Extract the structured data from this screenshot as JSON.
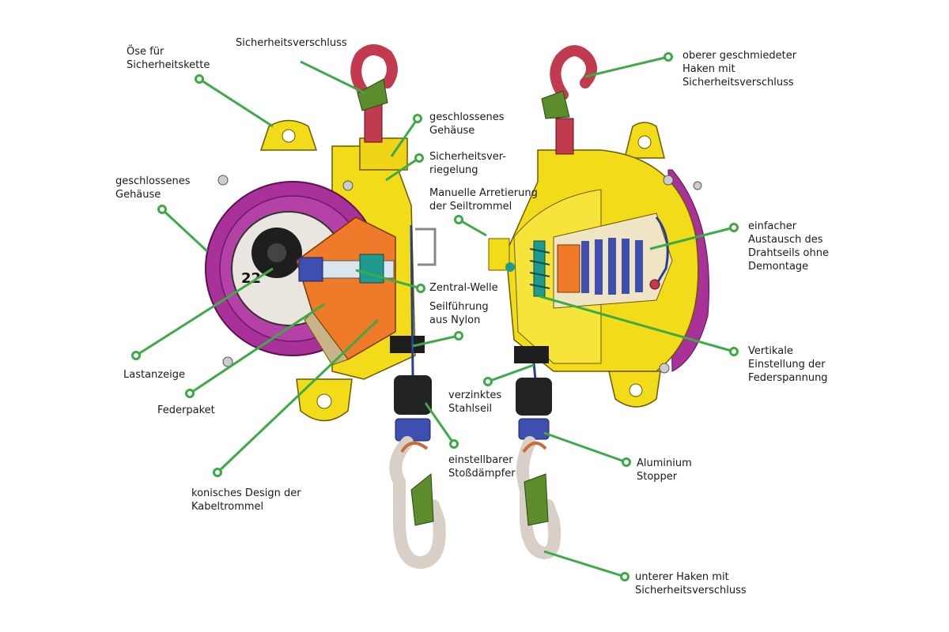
{
  "colors": {
    "leader": "#3daa47",
    "housing_yellow": "#f2dc1a",
    "housing_purple": "#a8329a",
    "hook_red": "#c23a4e",
    "hook_grey": "#d8cfc6",
    "spring_orange": "#ef7a2a",
    "damper_black": "#222222",
    "stopper_blue": "#3f4fb0",
    "safety_green": "#5c8c2c"
  },
  "labels": [
    {
      "id": "oese",
      "lines": [
        "Öse für",
        "Sicherheitskette"
      ]
    },
    {
      "id": "sicherheitsverschluss",
      "lines": [
        "Sicherheitsverschluss"
      ]
    },
    {
      "id": "gehaeuse-right",
      "lines": [
        "geschlossenes",
        "Gehäuse"
      ]
    },
    {
      "id": "verriegelung",
      "lines": [
        "Sicherheitsver-",
        "riegelung"
      ]
    },
    {
      "id": "gehaeuse-left",
      "lines": [
        "geschlossenes",
        "Gehäuse"
      ]
    },
    {
      "id": "arretierung",
      "lines": [
        "Manuelle Arretierung",
        "der Seiltrommel"
      ]
    },
    {
      "id": "zentralwelle",
      "lines": [
        "Zentral-Welle"
      ]
    },
    {
      "id": "seilfuehrung",
      "lines": [
        "Seilführung",
        "aus Nylon"
      ]
    },
    {
      "id": "lastanzeige",
      "lines": [
        "Lastanzeige"
      ]
    },
    {
      "id": "federpaket",
      "lines": [
        "Federpaket"
      ]
    },
    {
      "id": "stahlseil",
      "lines": [
        "verzinktes",
        "Stahlseil"
      ]
    },
    {
      "id": "stossdaempfer",
      "lines": [
        "einstellbarer",
        "Stoßdämpfer"
      ]
    },
    {
      "id": "konisch",
      "lines": [
        "konisches Design der",
        "Kabeltrommel"
      ]
    },
    {
      "id": "oberer-haken",
      "lines": [
        "oberer geschmiedeter",
        "Haken mit",
        "Sicherheitsverschluss"
      ]
    },
    {
      "id": "austausch",
      "lines": [
        "einfacher",
        "Austausch des",
        "Drahtseils ohne",
        "Demontage"
      ]
    },
    {
      "id": "vertikal",
      "lines": [
        "Vertikale",
        "Einstellung der",
        "Federspannung"
      ]
    },
    {
      "id": "stopper",
      "lines": [
        "Aluminium",
        "Stopper"
      ]
    },
    {
      "id": "unterer-haken",
      "lines": [
        "unterer Haken mit",
        "Sicherheitsverschluss"
      ]
    }
  ],
  "load_indicator_value": "22"
}
